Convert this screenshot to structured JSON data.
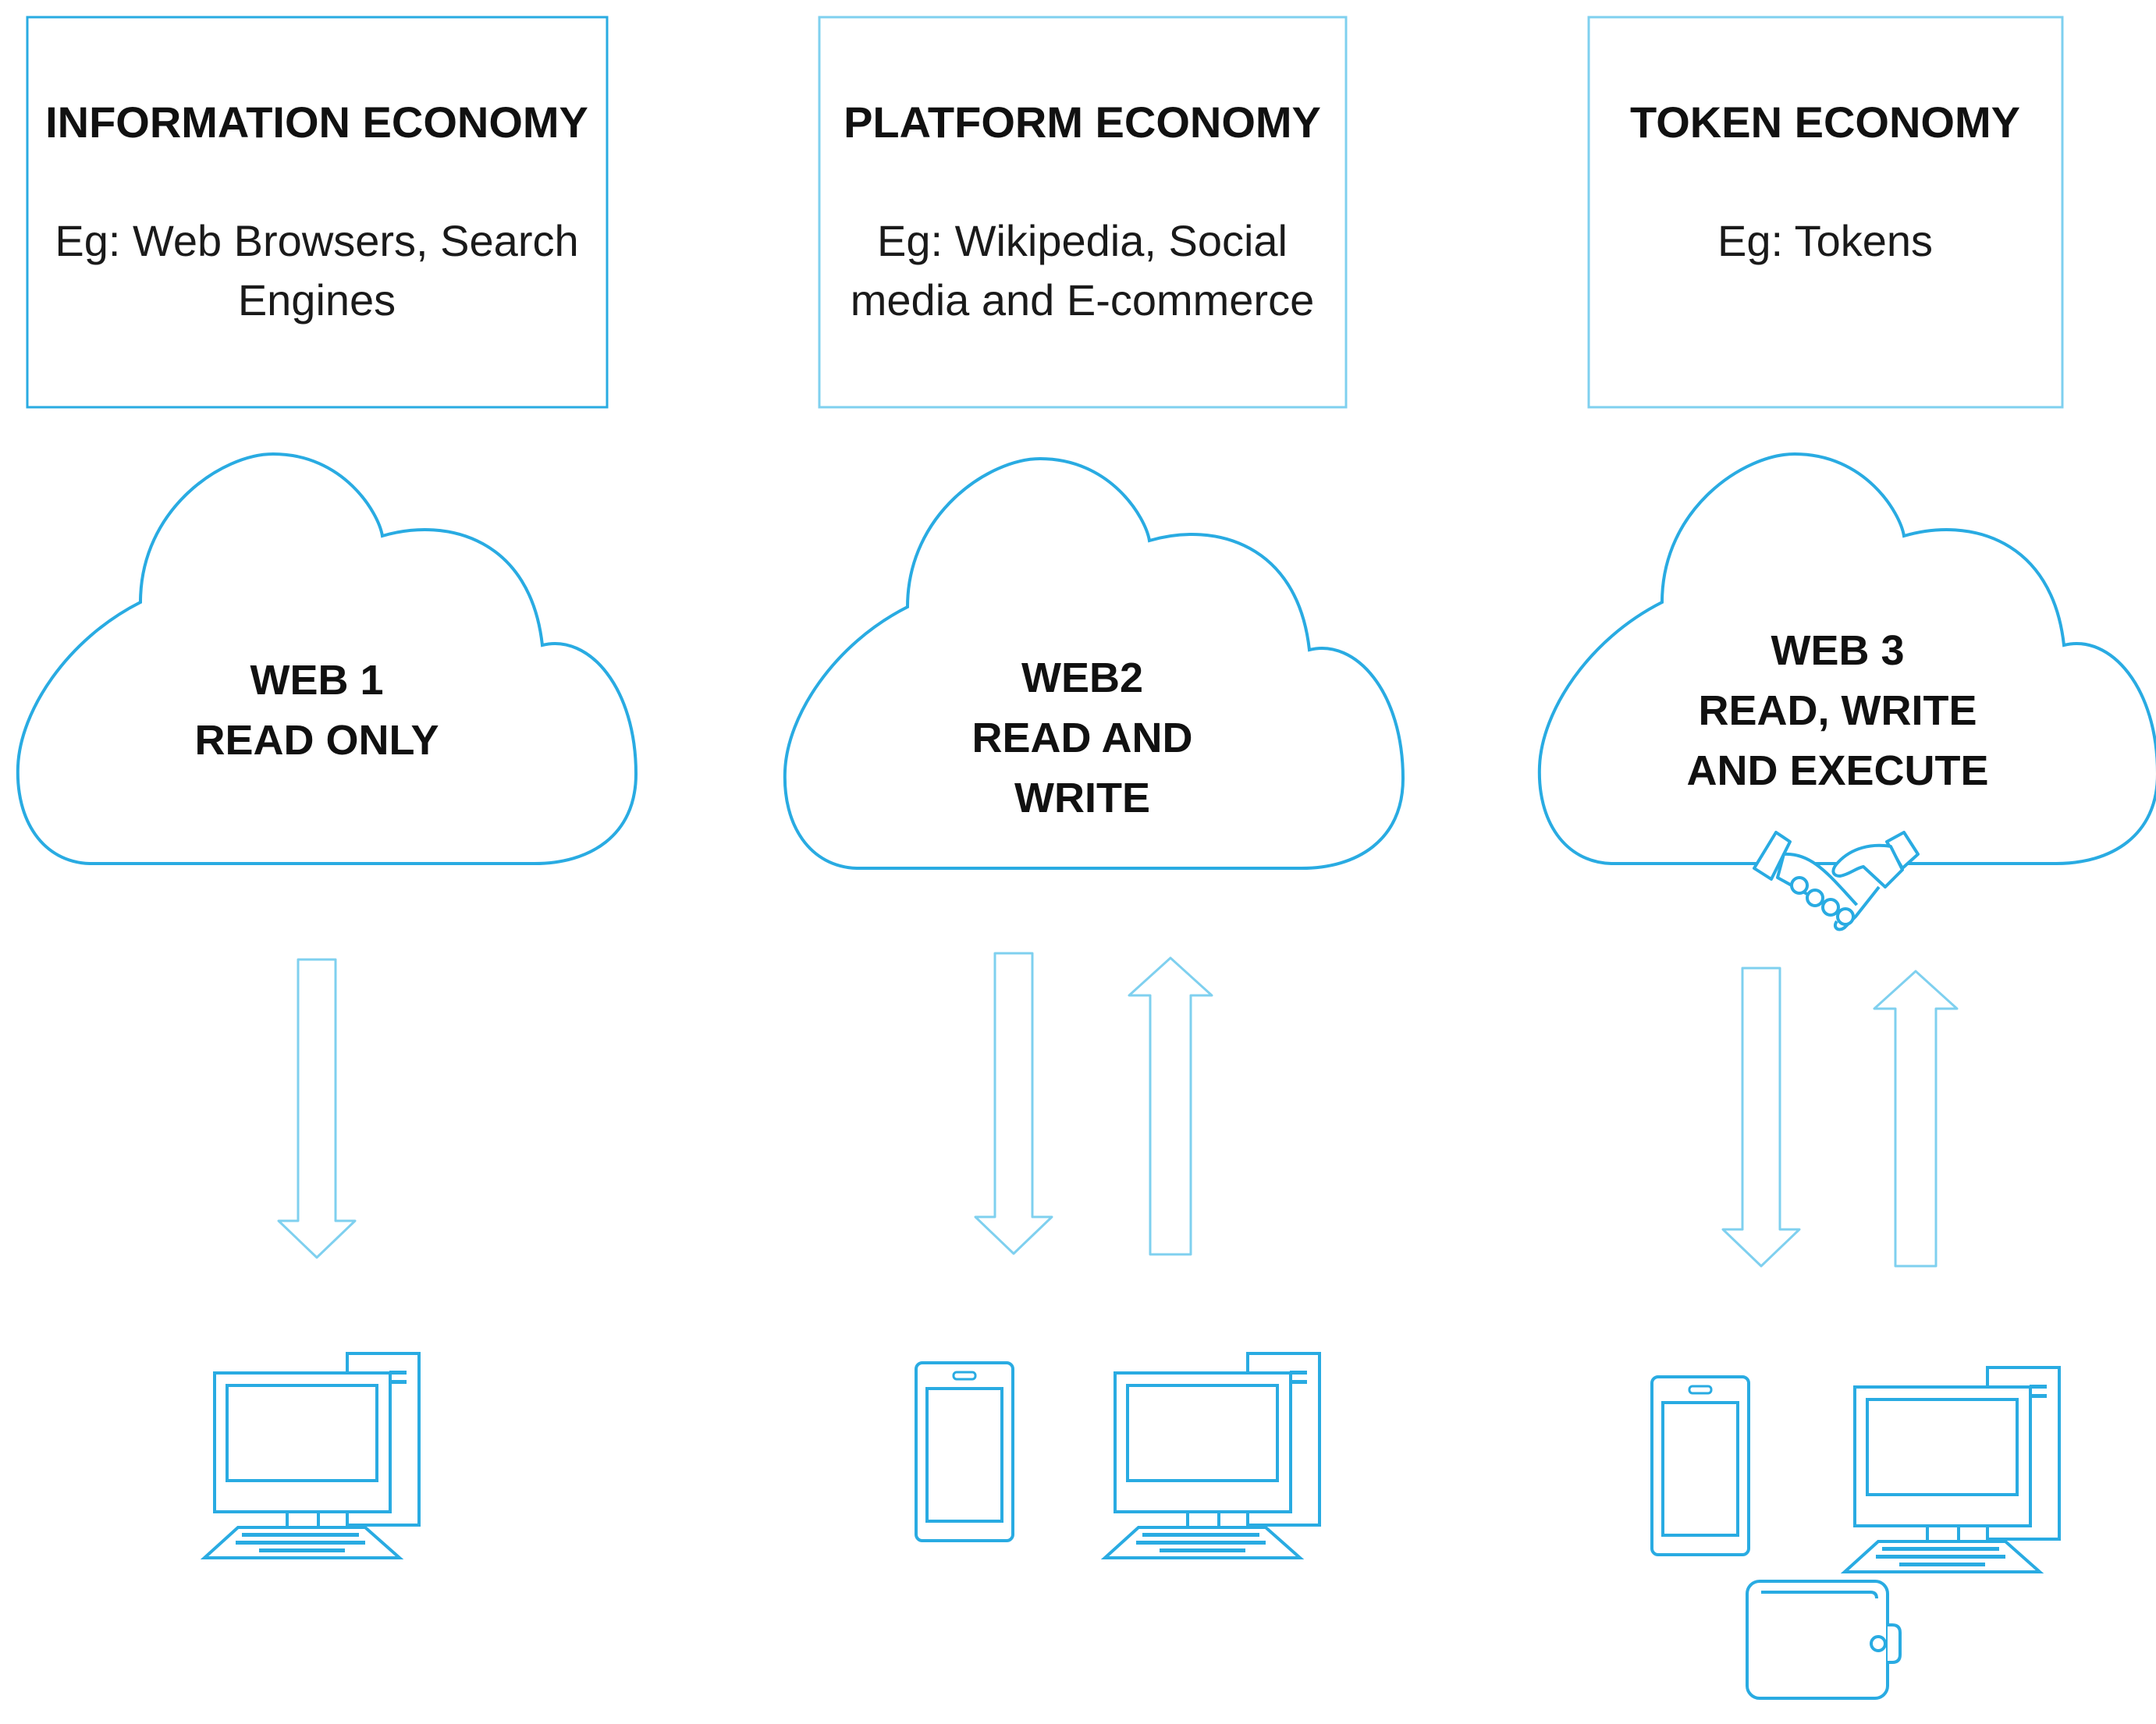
{
  "colors": {
    "accent": "#29abe2",
    "accent_light": "#7fd0ef",
    "text": "#111111"
  },
  "columns": [
    {
      "header": {
        "title": "INFORMATION ECONOMY",
        "example_lines": [
          "Eg: Web Browsers, Search",
          "Engines"
        ]
      },
      "cloud": {
        "lines": [
          "WEB 1",
          "READ ONLY"
        ]
      },
      "arrows": [
        "down"
      ],
      "devices": [
        "desktop-computer-icon"
      ]
    },
    {
      "header": {
        "title": "PLATFORM ECONOMY",
        "example_lines": [
          "Eg: Wikipedia, Social",
          "media and E-commerce"
        ]
      },
      "cloud": {
        "lines": [
          "WEB2",
          "READ AND",
          "WRITE"
        ]
      },
      "arrows": [
        "down",
        "up"
      ],
      "devices": [
        "smartphone-icon",
        "desktop-computer-icon"
      ]
    },
    {
      "header": {
        "title": "TOKEN ECONOMY",
        "example_lines": [
          "Eg: Tokens"
        ]
      },
      "cloud": {
        "lines": [
          "WEB 3",
          "READ, WRITE",
          "AND EXECUTE"
        ],
        "badge": "handshake-icon"
      },
      "arrows": [
        "down",
        "up"
      ],
      "devices": [
        "smartphone-icon",
        "desktop-computer-icon",
        "wallet-icon"
      ]
    }
  ]
}
